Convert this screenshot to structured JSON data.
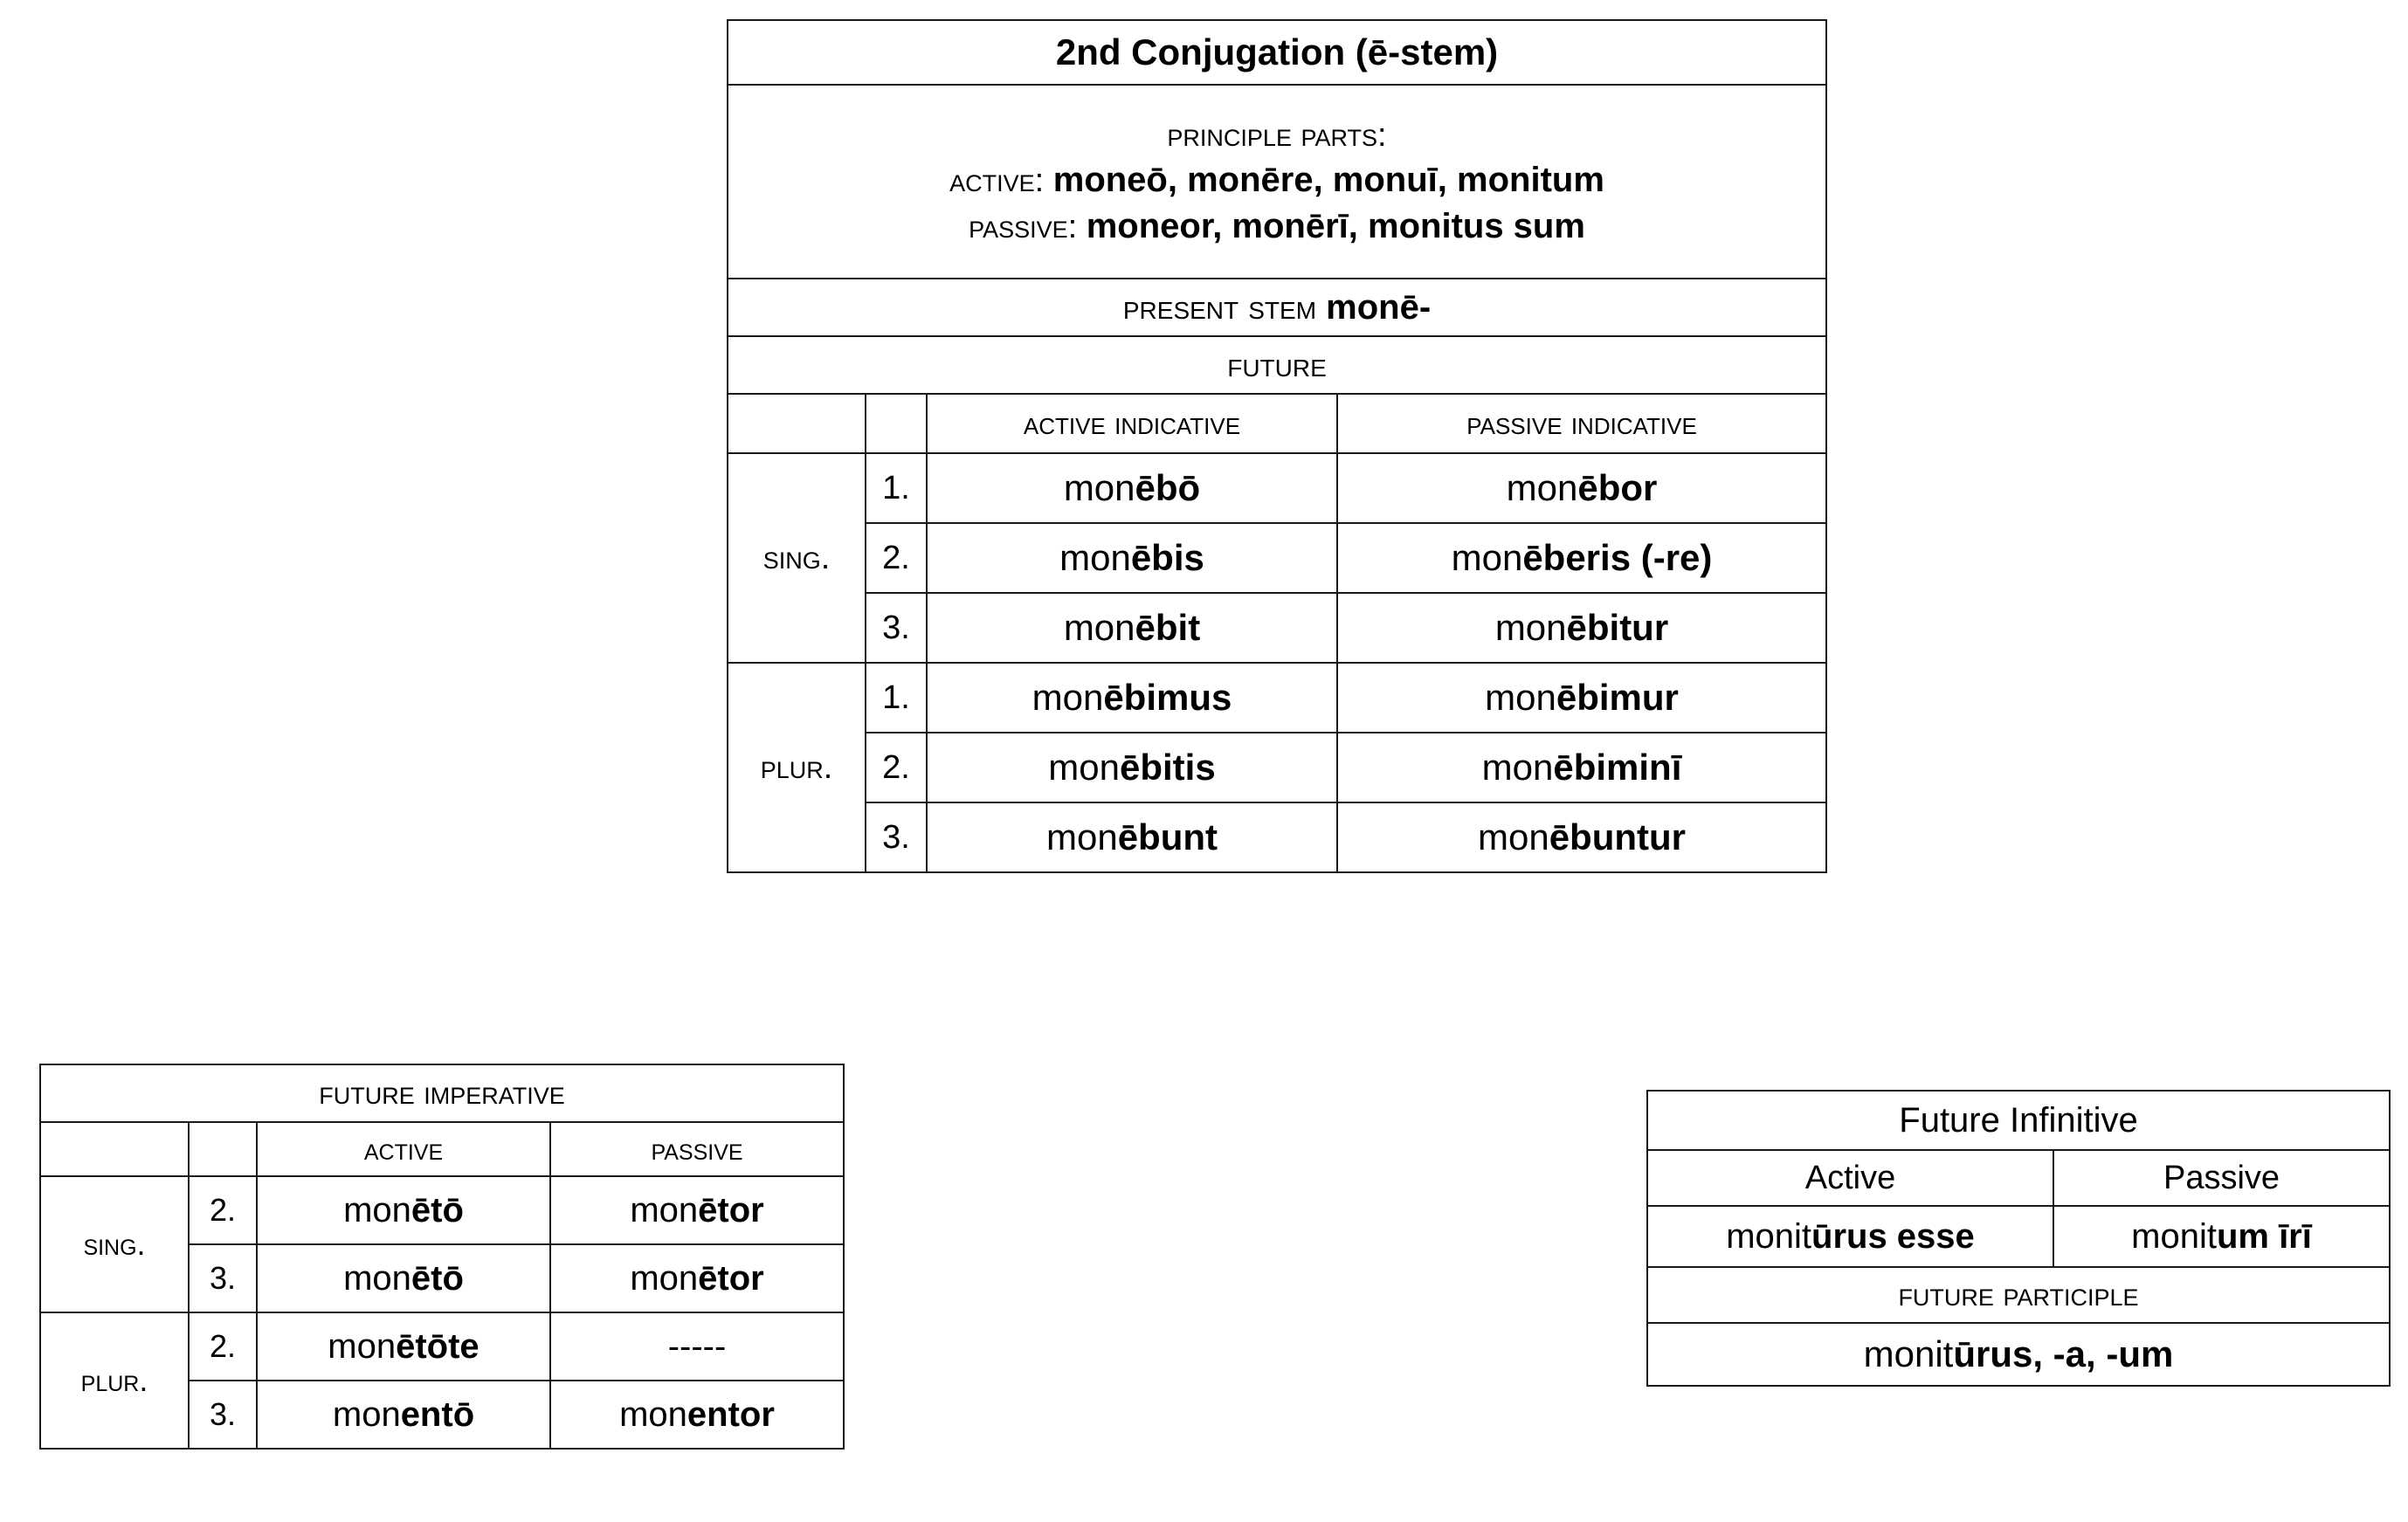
{
  "main_table": {
    "title": "2nd Conjugation (ē-stem)",
    "principle_parts": {
      "heading": "Principle Parts:",
      "active_label": "Active:",
      "active_forms": "moneō, monēre, monuī, monitum",
      "passive_label": "Passive:",
      "passive_forms": "moneor, monērī, monitus sum"
    },
    "present_stem_label": "Present  Stem",
    "present_stem": "monē-",
    "tense": "Future",
    "col_headers": {
      "active": "Active Indicative",
      "passive": "Passive Indicative"
    },
    "number_labels": {
      "singular": "Sing.",
      "plural": "Plur."
    },
    "persons": [
      "1.",
      "2.",
      "3."
    ],
    "singular": [
      {
        "person": "1.",
        "active_stem": "mon",
        "active_end": "ēbō",
        "passive_stem": "mon",
        "passive_end": "ēbor"
      },
      {
        "person": "2.",
        "active_stem": "mon",
        "active_end": "ēbis",
        "passive_stem": "mon",
        "passive_end": "ēberis (-re)"
      },
      {
        "person": "3.",
        "active_stem": "mon",
        "active_end": "ēbit",
        "passive_stem": "mon",
        "passive_end": "ēbitur"
      }
    ],
    "plural": [
      {
        "person": "1.",
        "active_stem": "mon",
        "active_end": "ēbimus",
        "passive_stem": "mon",
        "passive_end": "ēbimur"
      },
      {
        "person": "2.",
        "active_stem": "mon",
        "active_end": "ēbitis",
        "passive_stem": "mon",
        "passive_end": "ēbiminī"
      },
      {
        "person": "3.",
        "active_stem": "mon",
        "active_end": "ēbunt",
        "passive_stem": "mon",
        "passive_end": "ēbuntur"
      }
    ]
  },
  "imperative_table": {
    "title": "Future Imperative",
    "col_headers": {
      "active": "Active",
      "passive": "Passive"
    },
    "number_labels": {
      "singular": "Sing.",
      "plural": "Plur."
    },
    "singular": [
      {
        "person": "2.",
        "active_stem": "mon",
        "active_end": "ētō",
        "passive_stem": "mon",
        "passive_end": "ētor"
      },
      {
        "person": "3.",
        "active_stem": "mon",
        "active_end": "ētō",
        "passive_stem": "mon",
        "passive_end": "ētor"
      }
    ],
    "plural": [
      {
        "person": "2.",
        "active_stem": "mon",
        "active_end": "ētōte",
        "passive_stem": "",
        "passive_end": "",
        "passive_dash": "-----"
      },
      {
        "person": "3.",
        "active_stem": "mon",
        "active_end": "entō",
        "passive_stem": "mon",
        "passive_end": "entor"
      }
    ]
  },
  "infinitive_table": {
    "title": "Future Infinitive",
    "col_headers": {
      "active": "Active",
      "passive": "Passive"
    },
    "active_stem": "monit",
    "active_end": "ūrus esse",
    "passive_stem": "monit",
    "passive_end": "um īrī",
    "participle_heading": "Future Participle",
    "participle_stem": "monit",
    "participle_end": "ūrus, -a, -um"
  },
  "colors": {
    "header_gray": "#d4d4d4",
    "subheader_gray": "#f0f0f0",
    "active_yellow": "#f8f89f",
    "passive_yellow": "#fbfbdc",
    "active_green": "#e2f6e9",
    "passive_green": "#effcf6",
    "border": "#1a1a1a"
  }
}
